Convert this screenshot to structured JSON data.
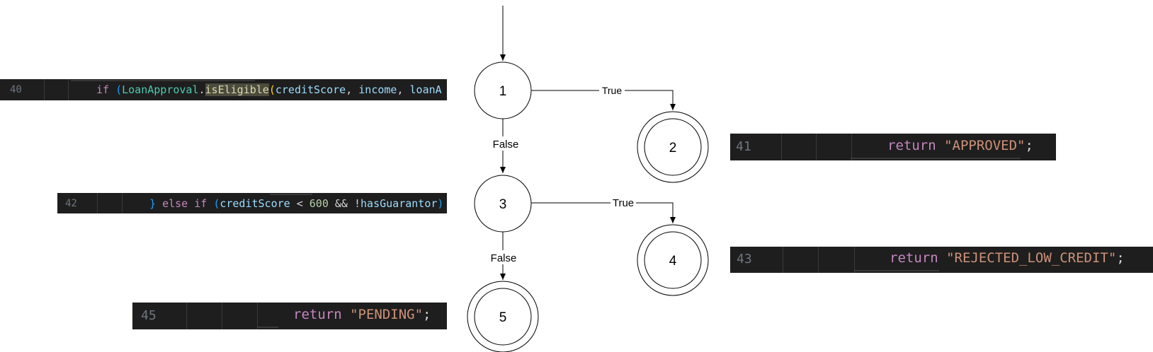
{
  "nodes": [
    {
      "id": "1",
      "label": "1",
      "final": false
    },
    {
      "id": "2",
      "label": "2",
      "final": true
    },
    {
      "id": "3",
      "label": "3",
      "final": false
    },
    {
      "id": "4",
      "label": "4",
      "final": true
    },
    {
      "id": "5",
      "label": "5",
      "final": true
    }
  ],
  "edges": [
    {
      "from": "1",
      "to": "2",
      "label": "True"
    },
    {
      "from": "1",
      "to": "3",
      "label": "False"
    },
    {
      "from": "3",
      "to": "4",
      "label": "True"
    },
    {
      "from": "3",
      "to": "5",
      "label": "False"
    }
  ],
  "code": {
    "line40": {
      "number": "40",
      "if": "if",
      "open": "(",
      "cls": "LoanApproval",
      "dot": ".",
      "method": "isEligible",
      "open2": "(",
      "arg1": "creditScore",
      "comma1": ", ",
      "arg2": "income",
      "comma2": ", ",
      "arg3": "loanA"
    },
    "line41": {
      "number": "41",
      "kw": "return",
      "str": "\"APPROVED\"",
      "semi": ";"
    },
    "line42": {
      "number": "42",
      "brace": "}",
      "else": "else",
      "if": "if",
      "open": "(",
      "var": "creditScore",
      "op": " < ",
      "num": "600",
      "and": " && ",
      "not": "!",
      "var2": "hasGuarantor",
      "close": ")"
    },
    "line43": {
      "number": "43",
      "kw": "return",
      "str": "\"REJECTED_LOW_CREDIT\"",
      "semi": ";"
    },
    "line45": {
      "number": "45",
      "kw": "return",
      "str": "\"PENDING\"",
      "semi": ";"
    }
  }
}
